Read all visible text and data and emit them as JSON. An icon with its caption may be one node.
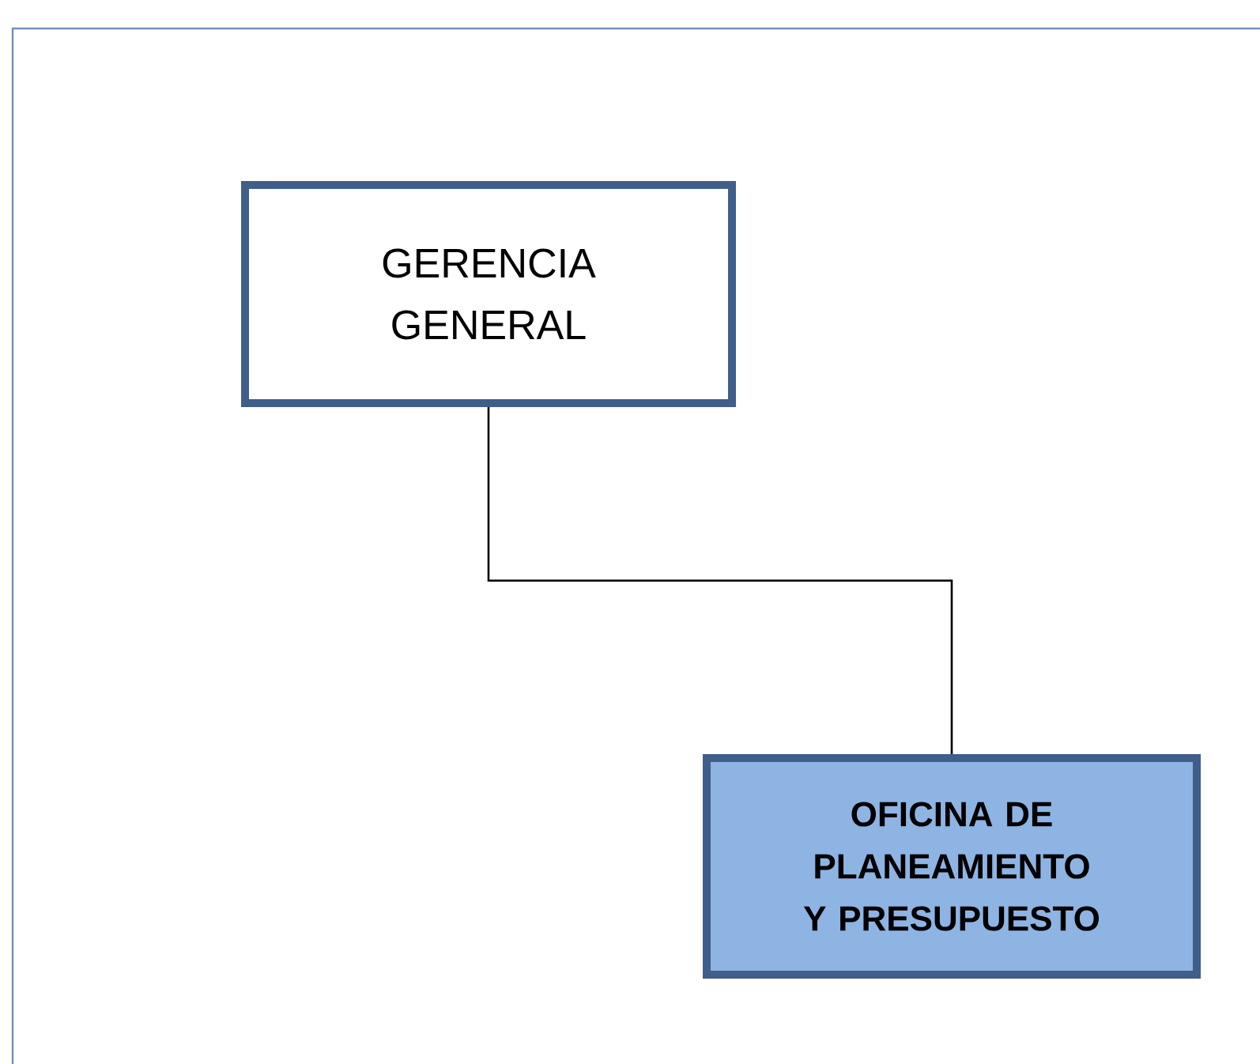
{
  "diagram": {
    "nodes": [
      {
        "text": [
          "GERENCIA GENERAL"
        ]
      },
      {
        "text": [
          "OFICINA DE PLANEAMIENTO Y PRESUPUESTO"
        ]
      }
    ],
    "edges": [
      {
        "from": 0,
        "to": 1,
        "arrow": "none"
      }
    ]
  }
}
